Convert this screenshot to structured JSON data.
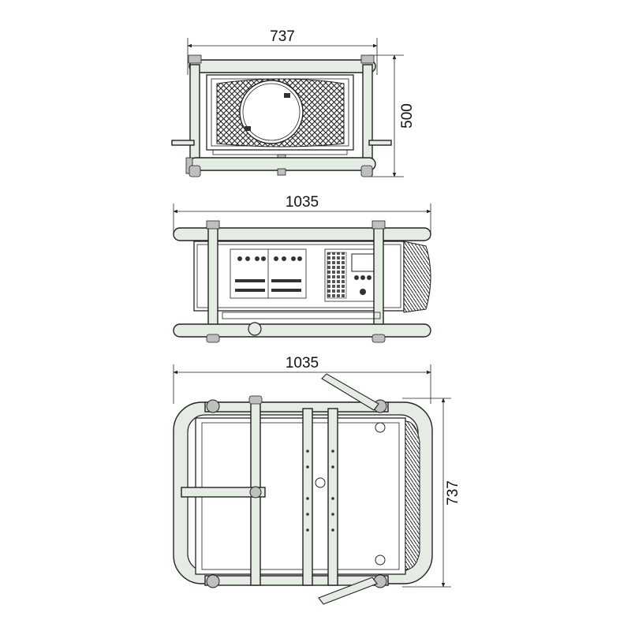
{
  "views": {
    "front": {
      "width_label": "737",
      "height_label": "500"
    },
    "side": {
      "width_label": "1035"
    },
    "top": {
      "width_label": "1035",
      "depth_label": "737"
    }
  },
  "colors": {
    "frame": "#e4ece4",
    "line": "#222222"
  }
}
